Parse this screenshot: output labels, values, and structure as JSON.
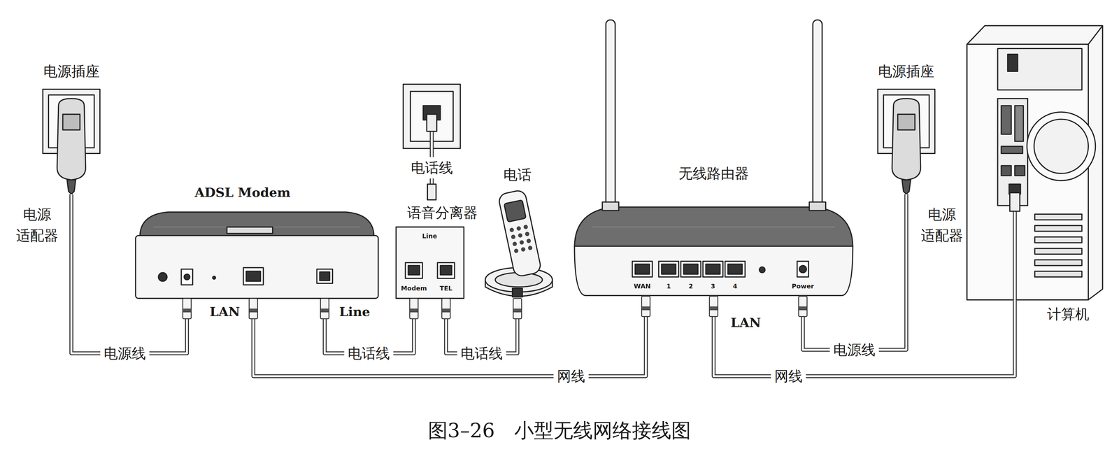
{
  "diagram": {
    "caption": "图3–26　小型无线网络接线图",
    "nodes": [
      {
        "text": [
          "电源插座",
          "电源 适配器"
        ]
      },
      {
        "text": [
          "ADSL Modem",
          "LAN",
          "Line"
        ]
      },
      {
        "text": [
          "语音分离器",
          "Line",
          "Modem",
          "TEL"
        ]
      },
      {
        "text": [
          "电话"
        ]
      },
      {
        "text": [
          "无线路由器",
          "WAN",
          "1",
          "2",
          "3",
          "4",
          "Power",
          "LAN"
        ]
      },
      {
        "text": [
          "电源插座",
          "电源 适配器"
        ]
      },
      {
        "text": [
          "计算机"
        ]
      }
    ],
    "edges": [
      {
        "from": 0,
        "to": 1,
        "arrow": "none",
        "label": "电源线"
      },
      {
        "from": 2,
        "to": 1,
        "arrow": "none",
        "label": "电话线"
      },
      {
        "from": 2,
        "to": 3,
        "arrow": "none",
        "label": "电话线"
      },
      {
        "from": 1,
        "to": 4,
        "arrow": "none",
        "label": "网线"
      },
      {
        "from": 5,
        "to": 4,
        "arrow": "none",
        "label": "电源线"
      },
      {
        "from": 4,
        "to": 6,
        "arrow": "none",
        "label": "网线"
      }
    ],
    "labels": [
      "电话线"
    ]
  }
}
